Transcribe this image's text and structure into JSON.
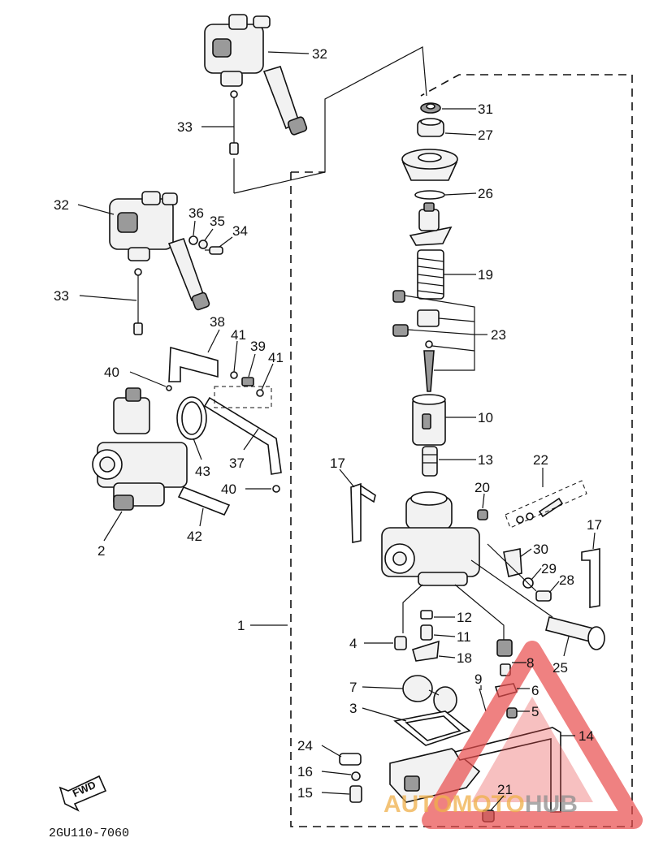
{
  "diagram": {
    "drawing_code": "2GU110-7060",
    "fwd_label": "FWD",
    "labels": {
      "p1": "1",
      "p2": "2",
      "p3": "3",
      "p4": "4",
      "p5": "5",
      "p6": "6",
      "p7": "7",
      "p8": "8",
      "p9": "9",
      "p10": "10",
      "p11": "11",
      "p12": "12",
      "p13": "13",
      "p14": "14",
      "p15": "15",
      "p16": "16",
      "p17a": "17",
      "p17b": "17",
      "p18": "18",
      "p19": "19",
      "p20": "20",
      "p21": "21",
      "p22": "22",
      "p23": "23",
      "p24": "24",
      "p25": "25",
      "p26": "26",
      "p27": "27",
      "p28": "28",
      "p29": "29",
      "p30": "30",
      "p31": "31",
      "p32a": "32",
      "p32b": "32",
      "p33a": "33",
      "p33b": "33",
      "p34": "34",
      "p35": "35",
      "p36": "36",
      "p37": "37",
      "p38": "38",
      "p39": "39",
      "p40a": "40",
      "p40b": "40",
      "p41a": "41",
      "p41b": "41",
      "p42": "42",
      "p43": "43"
    }
  },
  "watermark": {
    "brand_part1": "AUTOMOTO",
    "brand_part2": "HUB",
    "accent_color": "#e84b4b",
    "orange_color": "#f0b04a"
  }
}
